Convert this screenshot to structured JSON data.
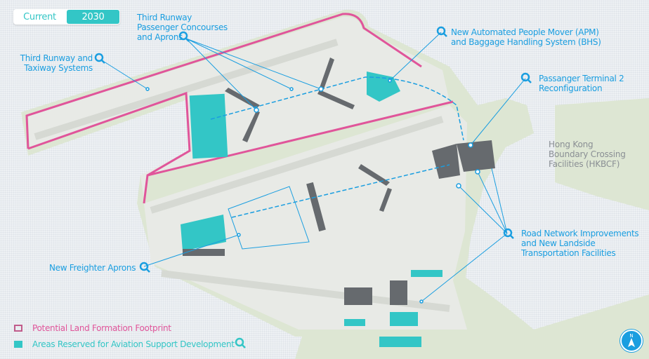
{
  "toggle": {
    "current_label": "Current",
    "year_label": "2030",
    "selected": "2030"
  },
  "callouts": {
    "third_runway": "Third Runway and Taxiway Systems",
    "concourses": "Third Runway Passenger Concourses and Aprons",
    "apm": "New Automated People Mover (APM) and Baggage Handling System (BHS)",
    "t2": "Passanger Terminal 2 Reconfiguration",
    "freighter": "New Freighter Aprons",
    "road": "Road Network Improvements and New Landside Transportation Facilities"
  },
  "place_label": "Hong Kong Boundary Crossing Facilities (HKBCF)",
  "legend": {
    "land_formation": "Potential Land Formation Footprint",
    "aviation_support": "Areas Reserved for Aviation Support Development"
  },
  "compass_label": "N",
  "colors": {
    "accent": "#1a9ee0",
    "teal": "#33c6c6",
    "pink": "#e0559a",
    "land": "#dde6d3"
  },
  "icons": [
    "magnifier-icon",
    "compass-icon"
  ]
}
